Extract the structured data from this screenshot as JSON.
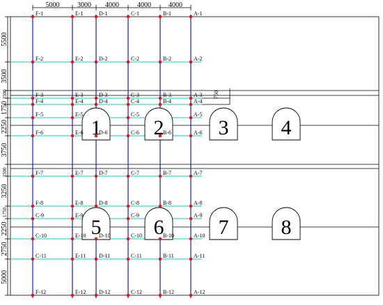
{
  "top_dimensions": [
    "5000",
    "3000",
    "4000",
    "4000",
    "4000"
  ],
  "left_dimensions": [
    "5500",
    "3500",
    "1500",
    "1750",
    "2250",
    "3750",
    "1500",
    "3250",
    "1750",
    "2250",
    "2750",
    "5000"
  ],
  "gap_dimension": "750",
  "columns": [
    "F",
    "E",
    "D",
    "C",
    "B",
    "A"
  ],
  "rows": [
    {
      "labels": [
        "F-1",
        "E-1",
        "D-1",
        "C-1",
        "B-1",
        "A-1"
      ]
    },
    {
      "labels": [
        "F-2",
        "E-2",
        "D-2",
        "C-2",
        "B-2",
        "A-2"
      ]
    },
    {
      "labels": [
        "F-3",
        "E-3",
        "D-3",
        "C-3",
        "B-3",
        "A-3"
      ]
    },
    {
      "labels": [
        "F-4",
        "E-4",
        "D-4",
        "C-4",
        "B-4",
        "A-4"
      ]
    },
    {
      "labels": [
        "F-5",
        "E-5",
        "",
        "C-5",
        "",
        "A-5"
      ]
    },
    {
      "labels": [
        "F-6",
        "E-6",
        "D-6",
        "C-6",
        "B-6",
        "A-6"
      ]
    },
    {
      "labels": [
        "F-7",
        "E-7",
        "D-7",
        "C-7",
        "B-7",
        "A-7"
      ]
    },
    {
      "labels": [
        "F-8",
        "E-8",
        "D-8",
        "C-8",
        "B-8",
        "A-8"
      ]
    },
    {
      "labels": [
        "C-9",
        "E-9",
        "",
        "C-9",
        "",
        "A-9"
      ]
    },
    {
      "labels": [
        "C-10",
        "E-10",
        "D-10",
        "C-10",
        "B-10",
        "A-10"
      ]
    },
    {
      "labels": [
        "C-11",
        "E-11",
        "D-11",
        "C-11",
        "B-11",
        "A-11"
      ]
    },
    {
      "labels": [
        "F-12",
        "E-12",
        "D-12",
        "C-12",
        "B-12",
        "A-12"
      ]
    }
  ],
  "tunnels": [
    "1",
    "2",
    "3",
    "4",
    "5",
    "6",
    "7",
    "8"
  ]
}
